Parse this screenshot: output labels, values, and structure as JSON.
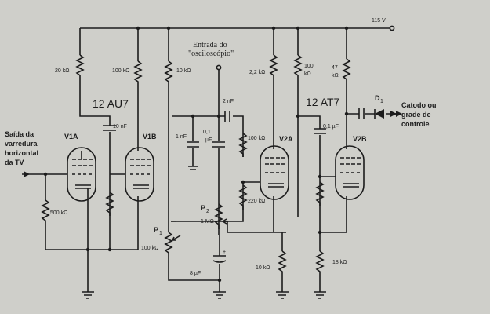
{
  "labels": {
    "supply": "115 V",
    "input_title_1": "Entrada do",
    "input_title_2": "\"osciloscópio\"",
    "tube_left": "12 AU7",
    "tube_right": "12 AT7",
    "v1a": "V1A",
    "v1b": "V1B",
    "v2a": "V2A",
    "v2b": "V2B",
    "source_1": "Saída da",
    "source_2": "varredura",
    "source_3": "horizontal",
    "source_4": "da TV",
    "output_1": "Catodo ou",
    "output_2": "grade de",
    "output_3": "controle",
    "d1": "D",
    "d1_sub": "1",
    "p1": "P",
    "p1_sub": "1",
    "p1_val": "100 kΩ",
    "p2": "P",
    "p2_sub": "2",
    "p2_val": "1 MΩ"
  },
  "components": {
    "r_20k": "20 kΩ",
    "r_100k_a": "100 kΩ",
    "r_10k_top": "10 kΩ",
    "r_2k2": "2,2 kΩ",
    "r_100k_b_1": "100",
    "r_100k_b_2": "kΩ",
    "r_47k_1": "47",
    "r_47k_2": "kΩ",
    "c_10nf": "10 nF",
    "c_1nf": "1 nF",
    "c_01uf_a_1": "0,1",
    "c_01uf_a_2": "µF",
    "c_2nf": "2 nF",
    "r_100k_c": "100 kΩ",
    "r_220k": "220 kΩ",
    "c_01uf_b": "0,1 µF",
    "r_500k": "500 kΩ",
    "c_8uf": "8 µF",
    "r_10k_bot": "10 kΩ",
    "r_18k": "18 kΩ",
    "plus": "+"
  }
}
